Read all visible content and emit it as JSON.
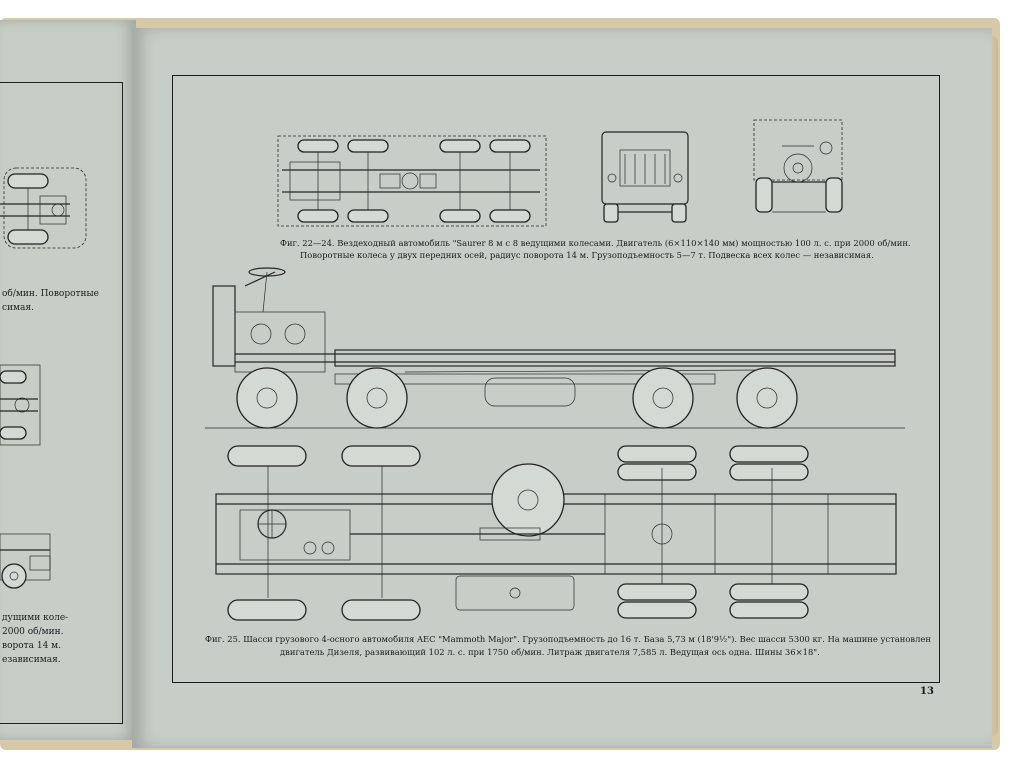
{
  "left_page": {
    "caption_lines": [
      "об/мин. Поворотные",
      "симая.",
      "дущими коле-",
      "2000 об/мин.",
      "ворота 14 м.",
      "езависимая."
    ]
  },
  "figures": {
    "fig_22_24": {
      "caption_line1": "Фиг. 22—24. Вездеходный автомобиль \"Saurer 8 м с 8 ведущими колесами. Двигатель (6×110×140 мм) мощностью 100 л. с. при 2000 об/мин.",
      "caption_line2": "Поворотные колеса у двух передних осей, радиус поворота 14 м. Грузоподъемность 5—7 т. Подвеска всех колес — независимая."
    },
    "fig_25": {
      "caption_line1": "Фиг. 25. Шасси грузового 4-осного автомобиля AEC \"Mammoth Major\". Грузоподъемность до 16 т. База 5,73 м (18'9½\"). Вес шасси 5300 кг. На машине установлен",
      "caption_line2": "двигатель Дизеля, развивающий 102 л. с. при 1750 об/мин. Литраж двигателя 7,585 л. Ведущая ось одна. Шины 36×18\"."
    }
  },
  "page_number": "13",
  "colors": {
    "paper": "#c7cec7",
    "ink": "#1b1b1b",
    "cover": "#d7c9a8"
  }
}
